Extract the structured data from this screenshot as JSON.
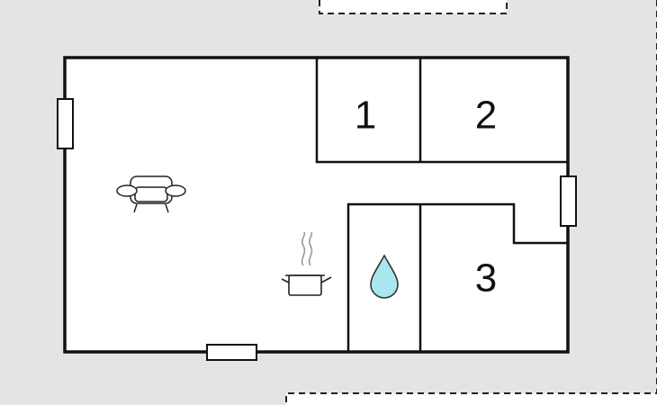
{
  "rooms": [
    {
      "id": "room-1",
      "label": "1"
    },
    {
      "id": "room-2",
      "label": "2"
    },
    {
      "id": "room-3",
      "label": "3"
    }
  ],
  "icons": [
    "sofa-icon",
    "cooking-pot-icon",
    "water-drop-icon"
  ],
  "colors": {
    "outside": "#e4e4e4",
    "floor": "#ffffff",
    "wall": "#111111",
    "water": "#a8e6f0"
  }
}
